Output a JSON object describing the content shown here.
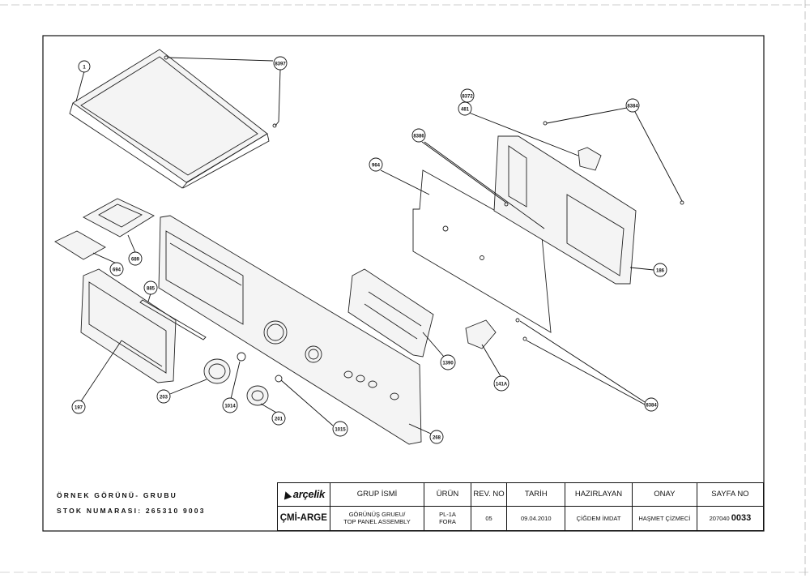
{
  "callouts": [
    {
      "id": "c-1",
      "label": "1"
    },
    {
      "id": "c-8397",
      "label": "8397"
    },
    {
      "id": "c-8372",
      "label": "8372"
    },
    {
      "id": "c-481",
      "label": "481"
    },
    {
      "id": "c-8384t",
      "label": "8384"
    },
    {
      "id": "c-8386",
      "label": "8386"
    },
    {
      "id": "c-964",
      "label": "964"
    },
    {
      "id": "c-689",
      "label": "689"
    },
    {
      "id": "c-694",
      "label": "694"
    },
    {
      "id": "c-885",
      "label": "885"
    },
    {
      "id": "c-186",
      "label": "186"
    },
    {
      "id": "c-1390",
      "label": "1390"
    },
    {
      "id": "c-141a",
      "label": "141A"
    },
    {
      "id": "c-8384b",
      "label": "8384"
    },
    {
      "id": "c-197",
      "label": "197"
    },
    {
      "id": "c-203",
      "label": "203"
    },
    {
      "id": "c-1014",
      "label": "1014"
    },
    {
      "id": "c-201",
      "label": "201"
    },
    {
      "id": "c-1015",
      "label": "1015"
    },
    {
      "id": "c-268",
      "label": "268"
    }
  ],
  "group_label": {
    "line1": "ÖRNEK GÖRÜNÜ- GRUBU",
    "line2": "STOK NUMARASI: 265310 9003"
  },
  "title_block": {
    "logo": "arçelik",
    "group_header": "GRUP İSMİ",
    "product_header": "ÜRÜN",
    "rev_header": "REV. NO",
    "date_header": "TARİH",
    "prepared_header": "HAZIRLAYAN",
    "approval_header": "ONAY",
    "page_header": "SAYFA NO",
    "department": "ÇMİ-ARGE",
    "group_name_line1": "GÖRÜNÜŞ GRUEU/",
    "group_name_line2": "TOP PANEL ASSEMBLY",
    "product_line1": "PL-1A",
    "product_line2": "FORA",
    "rev_no": "05",
    "date": "09.04.2010",
    "prepared_by": "ÇİĞDEM İMDAT",
    "approved_by": "HAŞMET ÇİZMECİ",
    "page_prefix": "207040",
    "page_number": "0033"
  }
}
